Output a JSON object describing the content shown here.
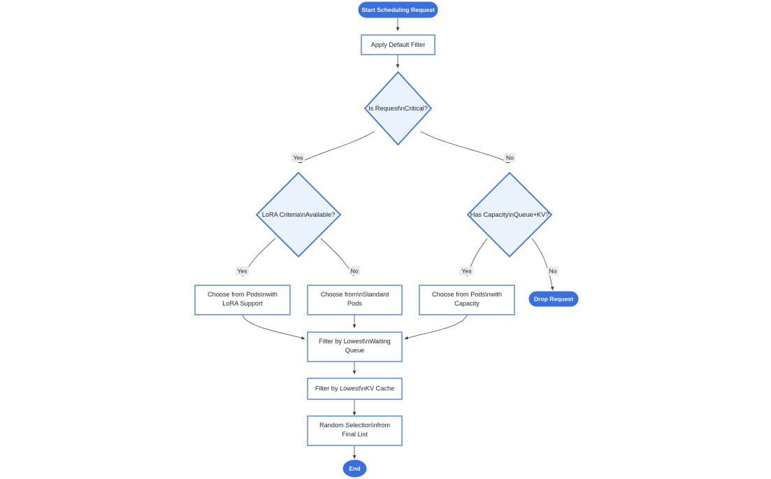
{
  "diagram": {
    "type": "flowchart",
    "orientation": "top-to-bottom",
    "background_color": "#ffffff",
    "palette": {
      "terminal_fill": "#3a6fe0",
      "terminal_text": "#ffffff",
      "process_fill": "#ffffff",
      "process_stroke": "#4c7fe0",
      "decision_fill": "#e9f2fd",
      "decision_stroke": "#3a72dd",
      "edge_stroke": "#555a61",
      "edge_label_bg": "#ebebeb",
      "node_text": "#1c2430"
    },
    "nodes": [
      {
        "id": "start",
        "shape": "stadium",
        "label": "Start Scheduling Request",
        "lines": [
          "Start Scheduling Request"
        ]
      },
      {
        "id": "apply_filter",
        "shape": "rect",
        "label": "Apply Default Filter",
        "lines": [
          "Apply Default Filter"
        ]
      },
      {
        "id": "is_critical",
        "shape": "diamond",
        "label": "Is Request\\nCritical?",
        "lines": [
          "Is Request\\nCritical?"
        ]
      },
      {
        "id": "lora_criteria",
        "shape": "diamond",
        "label": "LoRA Criteria\\nAvailable?",
        "lines": [
          "LoRA Criteria\\nAvailable?"
        ]
      },
      {
        "id": "has_capacity",
        "shape": "diamond",
        "label": "Has Capacity\\nQueue+KV?",
        "lines": [
          "Has Capacity\\nQueue+KV?"
        ]
      },
      {
        "id": "pods_lora",
        "shape": "rect",
        "label": "Choose from Pods\\nwith LoRA Support",
        "lines": [
          "Choose from Pods\\nwith",
          "LoRA Support"
        ]
      },
      {
        "id": "pods_standard",
        "shape": "rect",
        "label": "Choose from\\nStandard Pods",
        "lines": [
          "Choose from\\nStandard",
          "Pods"
        ]
      },
      {
        "id": "pods_capacity",
        "shape": "rect",
        "label": "Choose from Pods\\nwith Capacity",
        "lines": [
          "Choose from Pods\\nwith",
          "Capacity"
        ]
      },
      {
        "id": "drop_request",
        "shape": "stadium",
        "label": "Drop Request",
        "lines": [
          "Drop Request"
        ]
      },
      {
        "id": "filter_queue",
        "shape": "rect",
        "label": "Filter by Lowest\\nWaiting Queue",
        "lines": [
          "Filter by Lowest\\nWaiting",
          "Queue"
        ]
      },
      {
        "id": "filter_kv",
        "shape": "rect",
        "label": "Filter by Lowest\\nKV Cache",
        "lines": [
          "Filter by Lowest\\nKV Cache"
        ]
      },
      {
        "id": "random_select",
        "shape": "rect",
        "label": "Random Selection\\nfrom Final List",
        "lines": [
          "Random Selection\\nfrom",
          "Final List"
        ]
      },
      {
        "id": "end",
        "shape": "ellipse",
        "label": "End",
        "lines": [
          "End"
        ]
      }
    ],
    "edges": [
      {
        "from": "start",
        "to": "apply_filter",
        "label": ""
      },
      {
        "from": "apply_filter",
        "to": "is_critical",
        "label": ""
      },
      {
        "from": "is_critical",
        "to": "lora_criteria",
        "label": "Yes"
      },
      {
        "from": "is_critical",
        "to": "has_capacity",
        "label": "No"
      },
      {
        "from": "lora_criteria",
        "to": "pods_lora",
        "label": "Yes"
      },
      {
        "from": "lora_criteria",
        "to": "pods_standard",
        "label": "No"
      },
      {
        "from": "has_capacity",
        "to": "pods_capacity",
        "label": "Yes"
      },
      {
        "from": "has_capacity",
        "to": "drop_request",
        "label": "No"
      },
      {
        "from": "pods_lora",
        "to": "filter_queue",
        "label": ""
      },
      {
        "from": "pods_standard",
        "to": "filter_queue",
        "label": ""
      },
      {
        "from": "pods_capacity",
        "to": "filter_queue",
        "label": ""
      },
      {
        "from": "filter_queue",
        "to": "filter_kv",
        "label": ""
      },
      {
        "from": "filter_kv",
        "to": "random_select",
        "label": ""
      },
      {
        "from": "random_select",
        "to": "end",
        "label": ""
      }
    ],
    "edge_labels": {
      "critical_yes": "Yes",
      "critical_no": "No",
      "lora_yes": "Yes",
      "lora_no": "No",
      "capacity_yes": "Yes",
      "capacity_no": "No"
    },
    "text": {
      "start": "Start Scheduling Request",
      "apply_filter": "Apply Default Filter",
      "is_critical": "Is Request\\nCritical?",
      "lora_criteria": "LoRA Criteria\\nAvailable?",
      "has_capacity": "Has Capacity\\nQueue+KV?",
      "pods_lora_l1": "Choose from Pods\\nwith",
      "pods_lora_l2": "LoRA Support",
      "pods_standard_l1": "Choose from\\nStandard",
      "pods_standard_l2": "Pods",
      "pods_capacity_l1": "Choose from Pods\\nwith",
      "pods_capacity_l2": "Capacity",
      "drop_request": "Drop Request",
      "filter_queue_l1": "Filter by Lowest\\nWaiting",
      "filter_queue_l2": "Queue",
      "filter_kv": "Filter by Lowest\\nKV Cache",
      "random_select_l1": "Random Selection\\nfrom",
      "random_select_l2": "Final List",
      "end": "End"
    }
  }
}
